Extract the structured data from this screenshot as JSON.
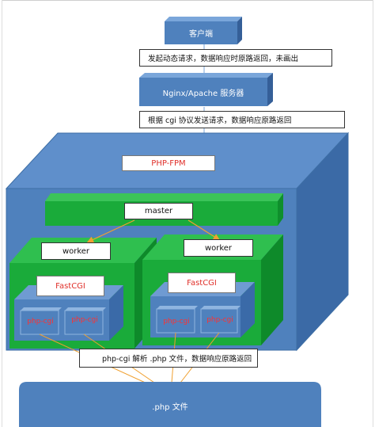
{
  "client": {
    "label": "客户端"
  },
  "note_request": {
    "text": "发起动态请求，数据响应时原路返回，未画出"
  },
  "server": {
    "label": "Nginx/Apache 服务器"
  },
  "note_cgi": {
    "text": "根据 cgi 协议发送请求，数据响应原路返回"
  },
  "phpfpm": {
    "label": "PHP-FPM"
  },
  "master": {
    "label": "master"
  },
  "workers": [
    {
      "label": "worker",
      "fastcgi": "FastCGI",
      "cgi_left": "php-cgi",
      "cgi_right": "php-cgi"
    },
    {
      "label": "worker",
      "fastcgi": "FastCGI",
      "cgi_left": "php-cgi",
      "cgi_right": "php-cgi"
    }
  ],
  "note_parse": {
    "text": "php-cgi 解析 .php 文件，数据响应原路返回"
  },
  "php_file": {
    "label": ".php 文件"
  },
  "colors": {
    "blue_face": "#4f81bd",
    "blue_top": "#6f9bd2",
    "blue_side": "#3a6aa8",
    "green": "#1aab3a",
    "green_dark": "#0e8a2a",
    "red_text": "#e0302a",
    "arrow": "#f0a030"
  }
}
